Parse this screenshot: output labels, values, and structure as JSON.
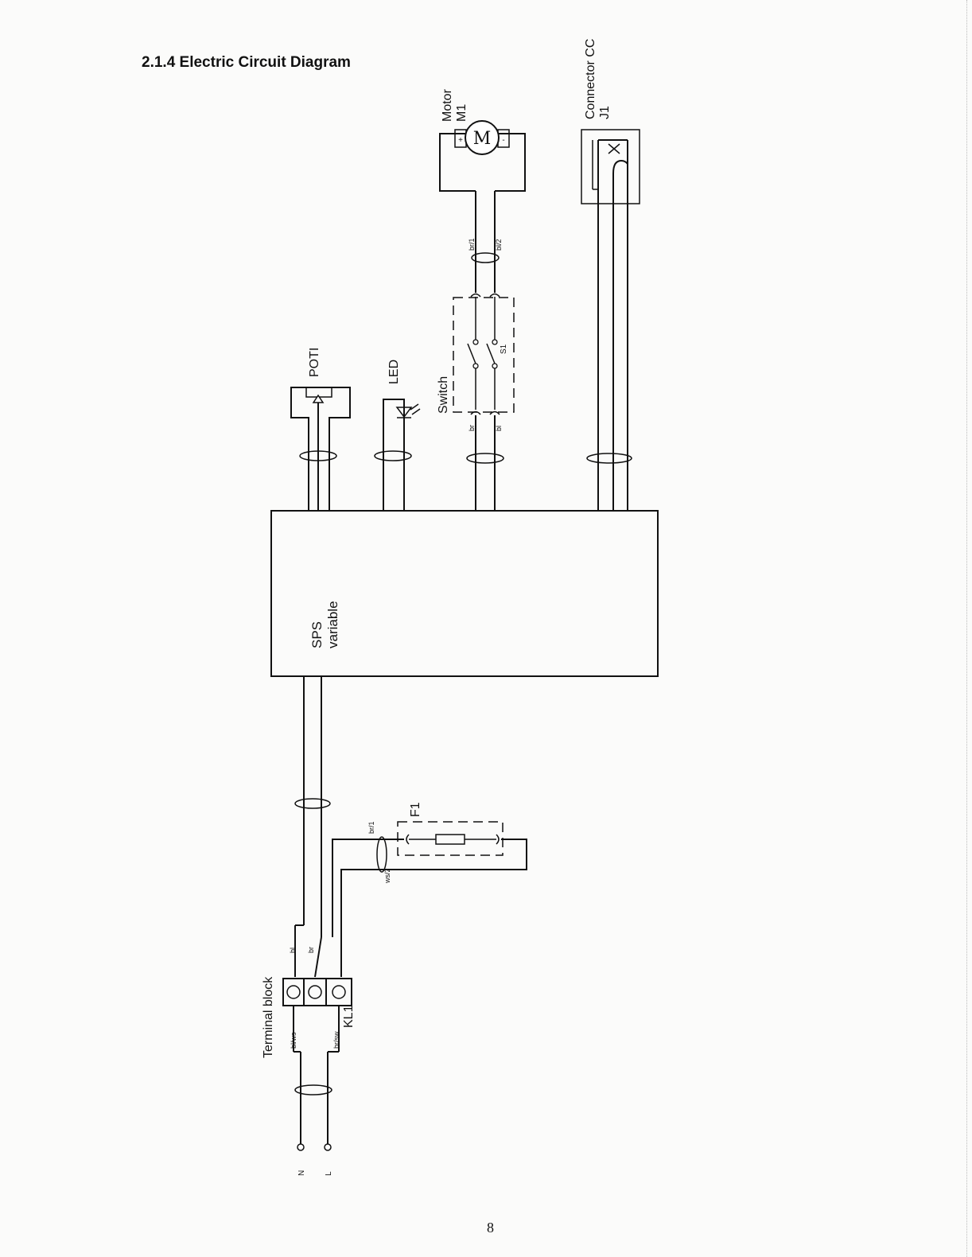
{
  "page": {
    "title": "2.1.4 Electric Circuit Diagram",
    "page_number": "8"
  },
  "components": {
    "motor": {
      "name": "Motor",
      "ref": "M1",
      "symbol": "M",
      "plus": "+",
      "minus": "-"
    },
    "connector": {
      "name": "Connector CC",
      "ref": "J1"
    },
    "poti": {
      "name": "POTI"
    },
    "led": {
      "name": "LED"
    },
    "switch": {
      "name": "Switch",
      "ref": "S1"
    },
    "controller": {
      "line1": "SPS",
      "line2": "variable"
    },
    "fuse": {
      "ref": "F1"
    },
    "terminal_block": {
      "name": "Terminal block",
      "ref": "KL1"
    }
  },
  "wire_labels": {
    "motor_br": "br/1",
    "motor_bl": "bl/2",
    "switch_br": "br",
    "switch_bl": "bl",
    "fuse_br": "br/1",
    "fuse_ws": "ws/2",
    "tb_bl": "bl",
    "tb_br": "br",
    "supply_blws": "bl/ws",
    "supply_brsw": "br/sw"
  },
  "mains": {
    "neutral": "N",
    "line": "L"
  }
}
